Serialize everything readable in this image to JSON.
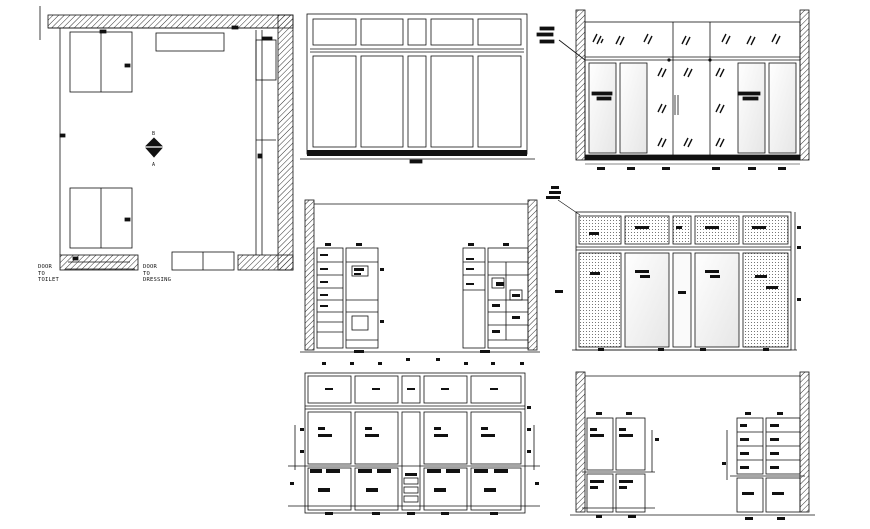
{
  "plan": {
    "door_toilet": [
      "DOOR",
      "TO",
      "TOILET"
    ],
    "door_dressing": [
      "DOOR",
      "TO",
      "DRESSING"
    ],
    "section_top": "B",
    "section_bottom": "A"
  },
  "colors": {
    "line": "#111111",
    "glass": "#f3f3f3",
    "hatch": "#777777"
  }
}
